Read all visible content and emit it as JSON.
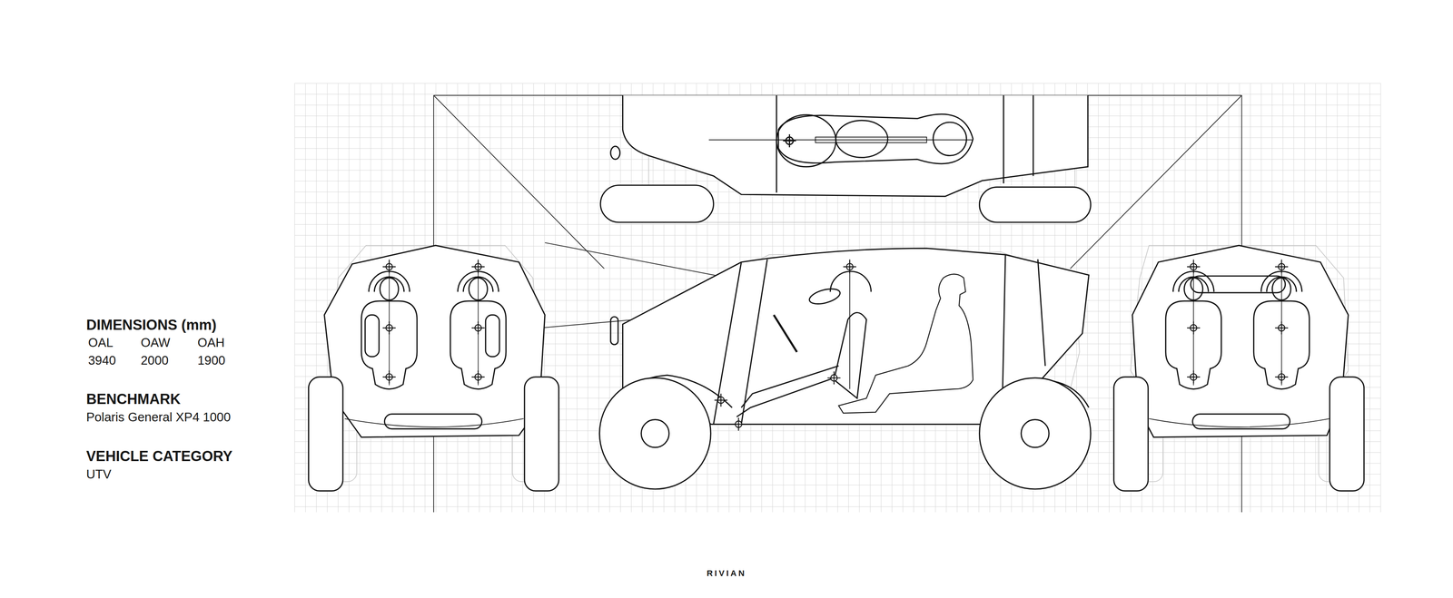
{
  "diagram": {
    "labels": [
      "DIMENSIONS (mm)",
      "OAL",
      "OAW",
      "OAH",
      "3940",
      "2000",
      "1900",
      "BENCHMARK",
      "Polaris General XP4 1000",
      "VEHICLE CATEGORY",
      "UTV",
      "RIVIAN"
    ]
  }
}
